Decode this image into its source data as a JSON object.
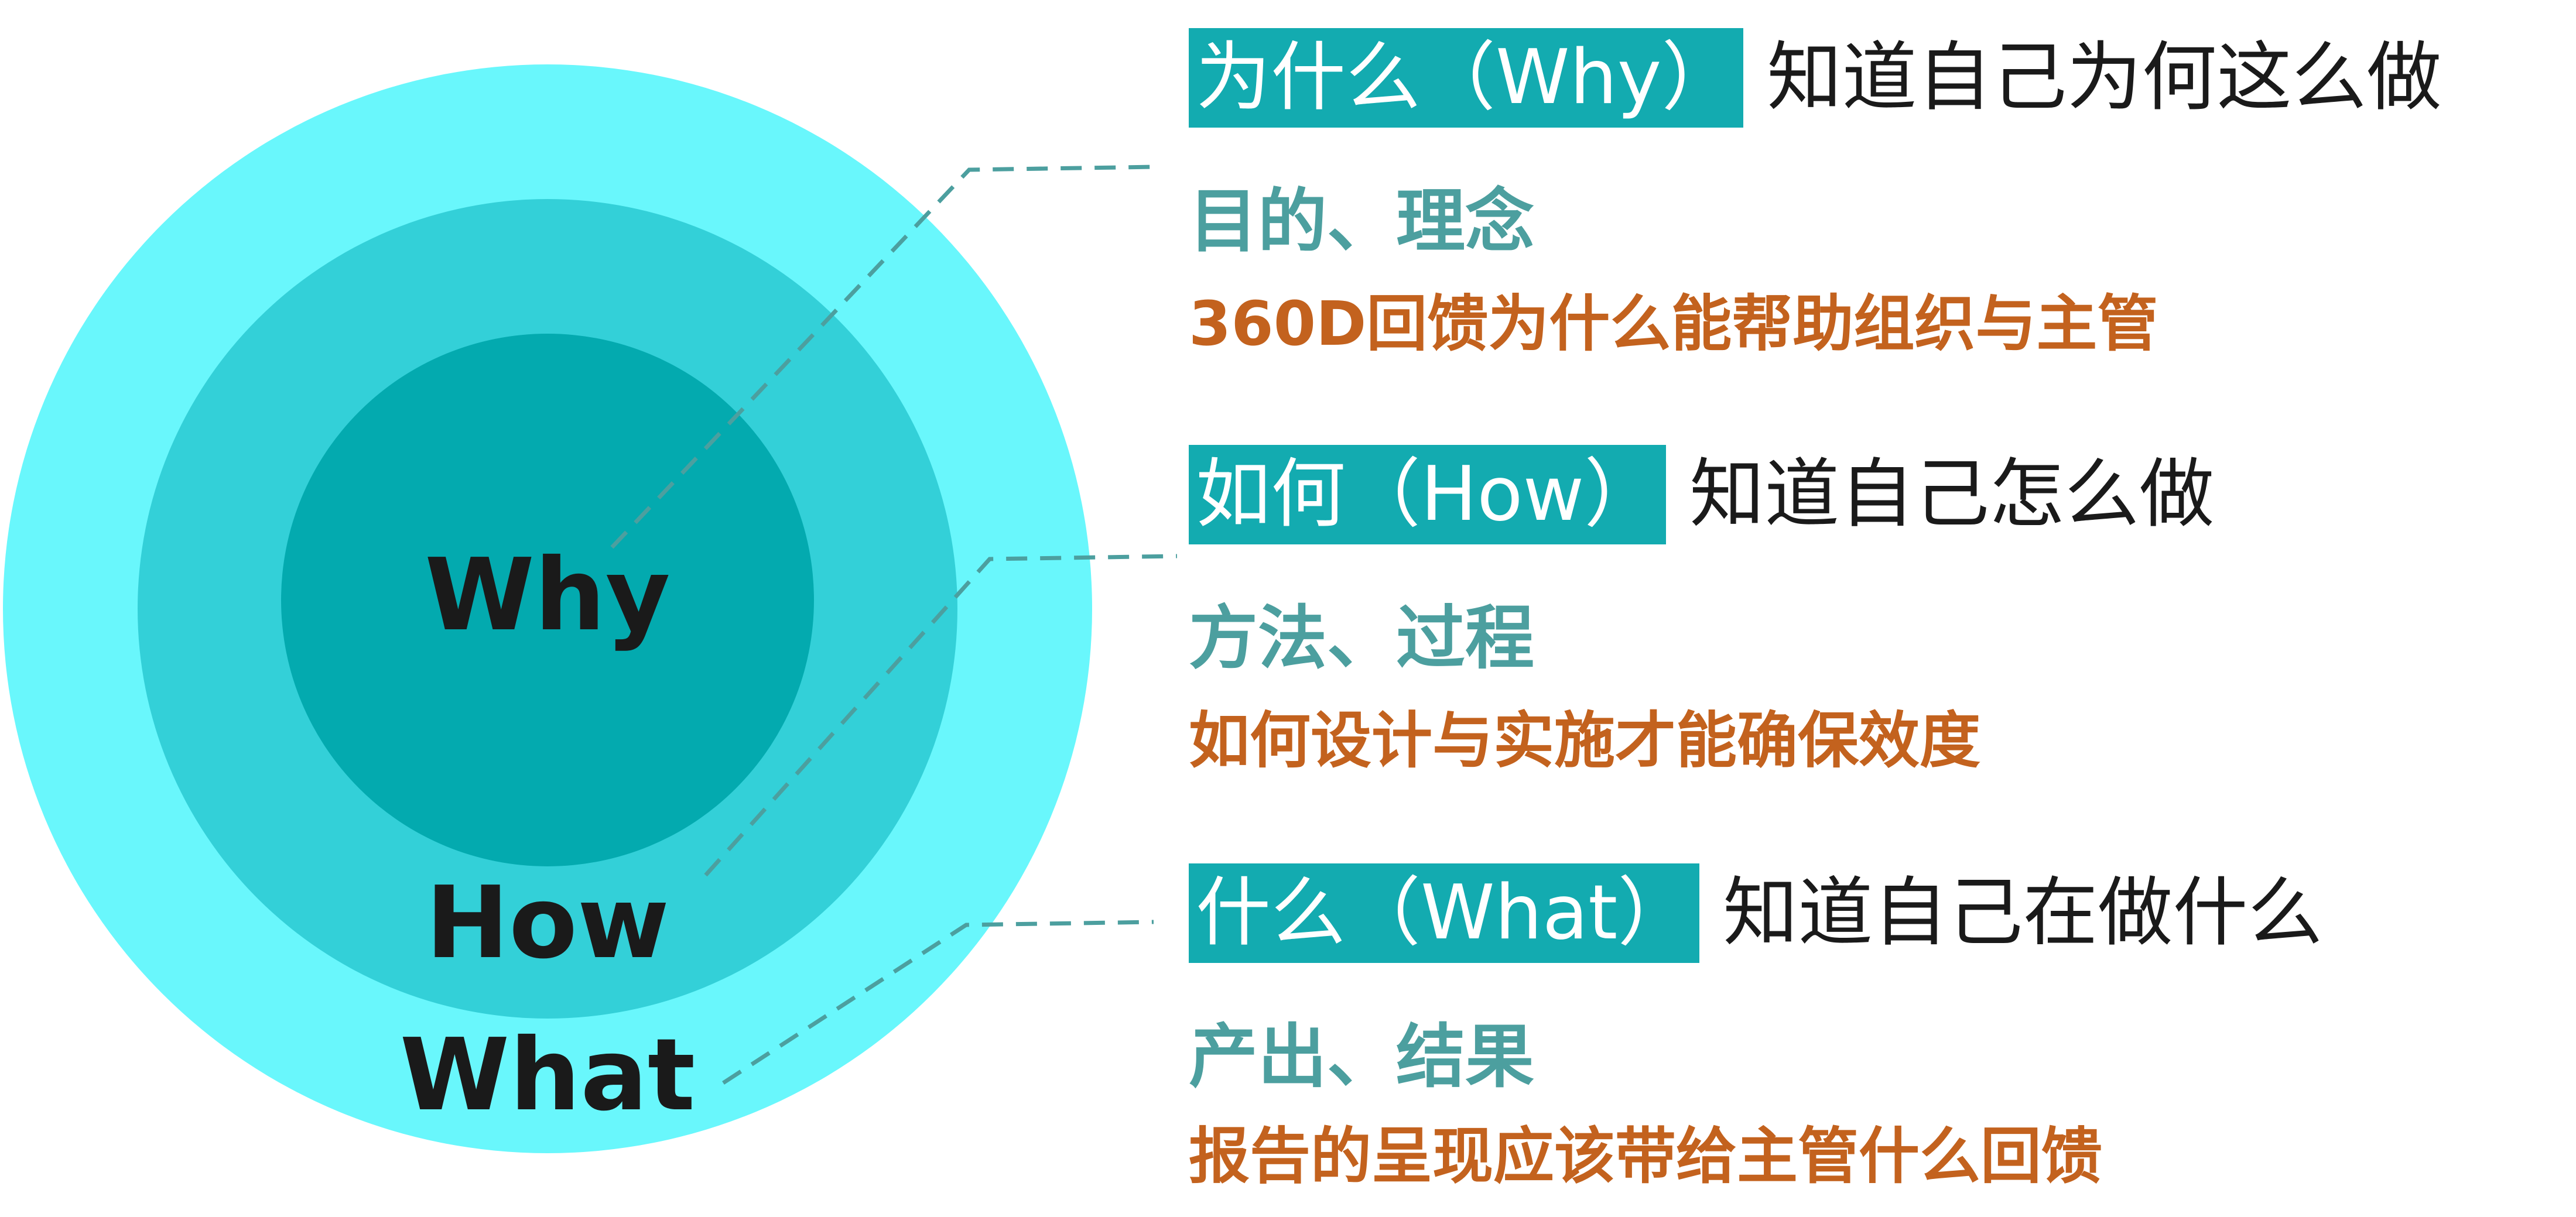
{
  "colors": {
    "outer_ring": "#69F7FC",
    "middle_ring": "#33D0D8",
    "inner_ring": "#03AAAF",
    "tag_bg": "#13ABB0",
    "tag_text": "#FFFFFF",
    "desc_text": "#1A1A1A",
    "sub_text": "#4C9F9F",
    "detail_text": "#C3621E",
    "ring_label_text": "#1A1A1A",
    "leader_line": "#4C9F9F"
  },
  "diagram": {
    "rings": [
      {
        "id": "outer",
        "label": "What"
      },
      {
        "id": "middle",
        "label": "How"
      },
      {
        "id": "inner",
        "label": "Why"
      }
    ]
  },
  "sections": [
    {
      "id": "why",
      "tag": "为什么（Why）",
      "desc": "知道自己为何这么做",
      "sub": "目的、理念",
      "detail": "360D回馈为什么能帮助组织与主管"
    },
    {
      "id": "how",
      "tag": "如何（How）",
      "desc": "知道自己怎么做",
      "sub": "方法、过程",
      "detail": "如何设计与实施才能确保效度"
    },
    {
      "id": "what",
      "tag": "什么（What）",
      "desc": "知道自己在做什么",
      "sub": "产出、结果",
      "detail": "报告的呈现应该带给主管什么回馈"
    }
  ]
}
